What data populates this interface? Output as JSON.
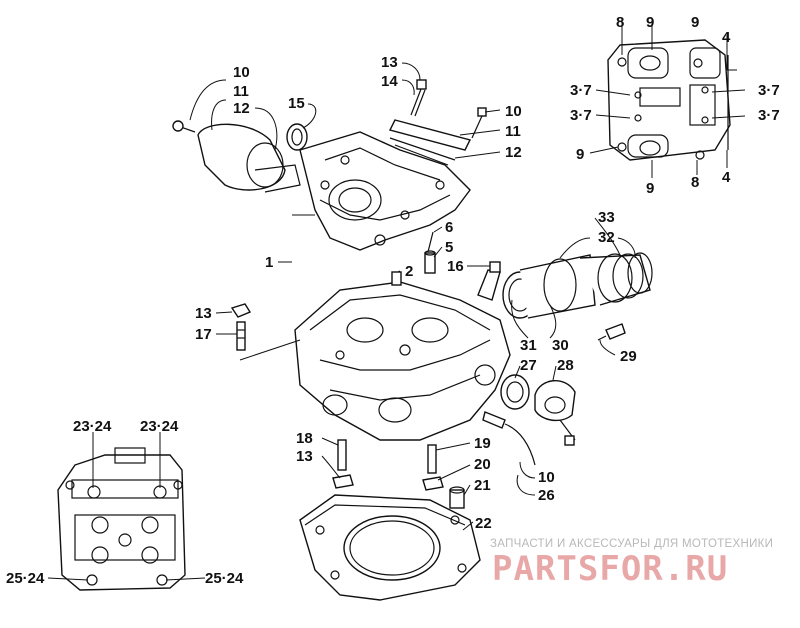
{
  "callouts": {
    "p10a": "10",
    "p11a": "11",
    "p12a": "12",
    "p15": "15",
    "p13a": "13",
    "p14": "14",
    "p10b": "10",
    "p11b": "11",
    "p12b": "12",
    "p1": "1",
    "p6": "6",
    "p5": "5",
    "p16": "16",
    "p2": "2",
    "p13b": "13",
    "p17": "17",
    "p33": "33",
    "p32": "32",
    "p31": "31",
    "p30": "30",
    "p29": "29",
    "p27": "27",
    "p28": "28",
    "p18": "18",
    "p13c": "13",
    "p19": "19",
    "p20": "20",
    "p21": "21",
    "p10c": "10",
    "p26": "26",
    "p22": "22",
    "tr8a": "8",
    "tr9a": "9",
    "tr9b": "9",
    "tr4a": "4",
    "tr37a": "3·7",
    "tr37b": "3·7",
    "tr37c": "3·7",
    "tr37d": "3·7",
    "tr9c": "9",
    "tr9d": "9",
    "tr8b": "8",
    "tr4b": "4",
    "bl2324a": "23·24",
    "bl2324b": "23·24",
    "bl2524a": "25·24",
    "bl2524b": "25·24"
  },
  "watermark": {
    "tagline": "ЗАПЧАСТИ И АКСЕССУАРЫ ДЛЯ МОТОТЕХНИКИ",
    "logo": "PARTSFOR.RU"
  }
}
